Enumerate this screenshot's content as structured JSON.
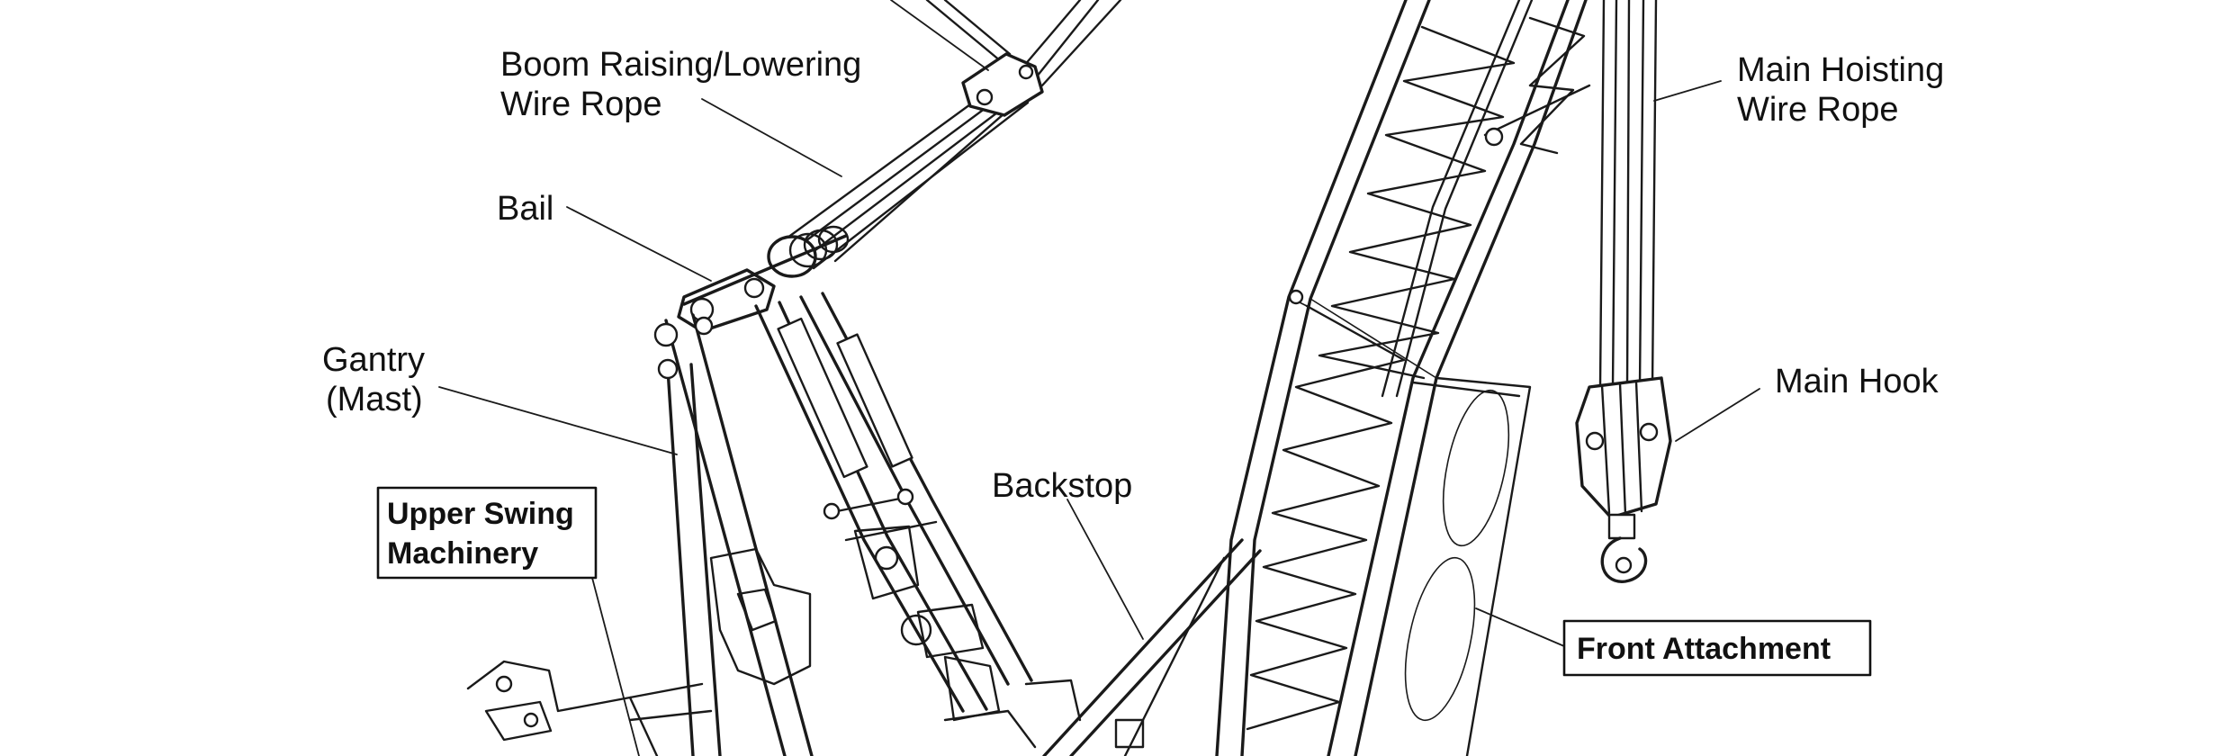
{
  "labels": {
    "boom_rope_line1": "Boom Raising/Lowering",
    "boom_rope_line2": "Wire Rope",
    "bail": "Bail",
    "gantry_line1": "Gantry",
    "gantry_line2": "(Mast)",
    "upper_swing_line1": "Upper Swing",
    "upper_swing_line2": "Machinery",
    "backstop": "Backstop",
    "main_hoisting_line1": "Main Hoisting",
    "main_hoisting_line2": "Wire Rope",
    "main_hook": "Main Hook",
    "front_attachment": "Front Attachment"
  }
}
